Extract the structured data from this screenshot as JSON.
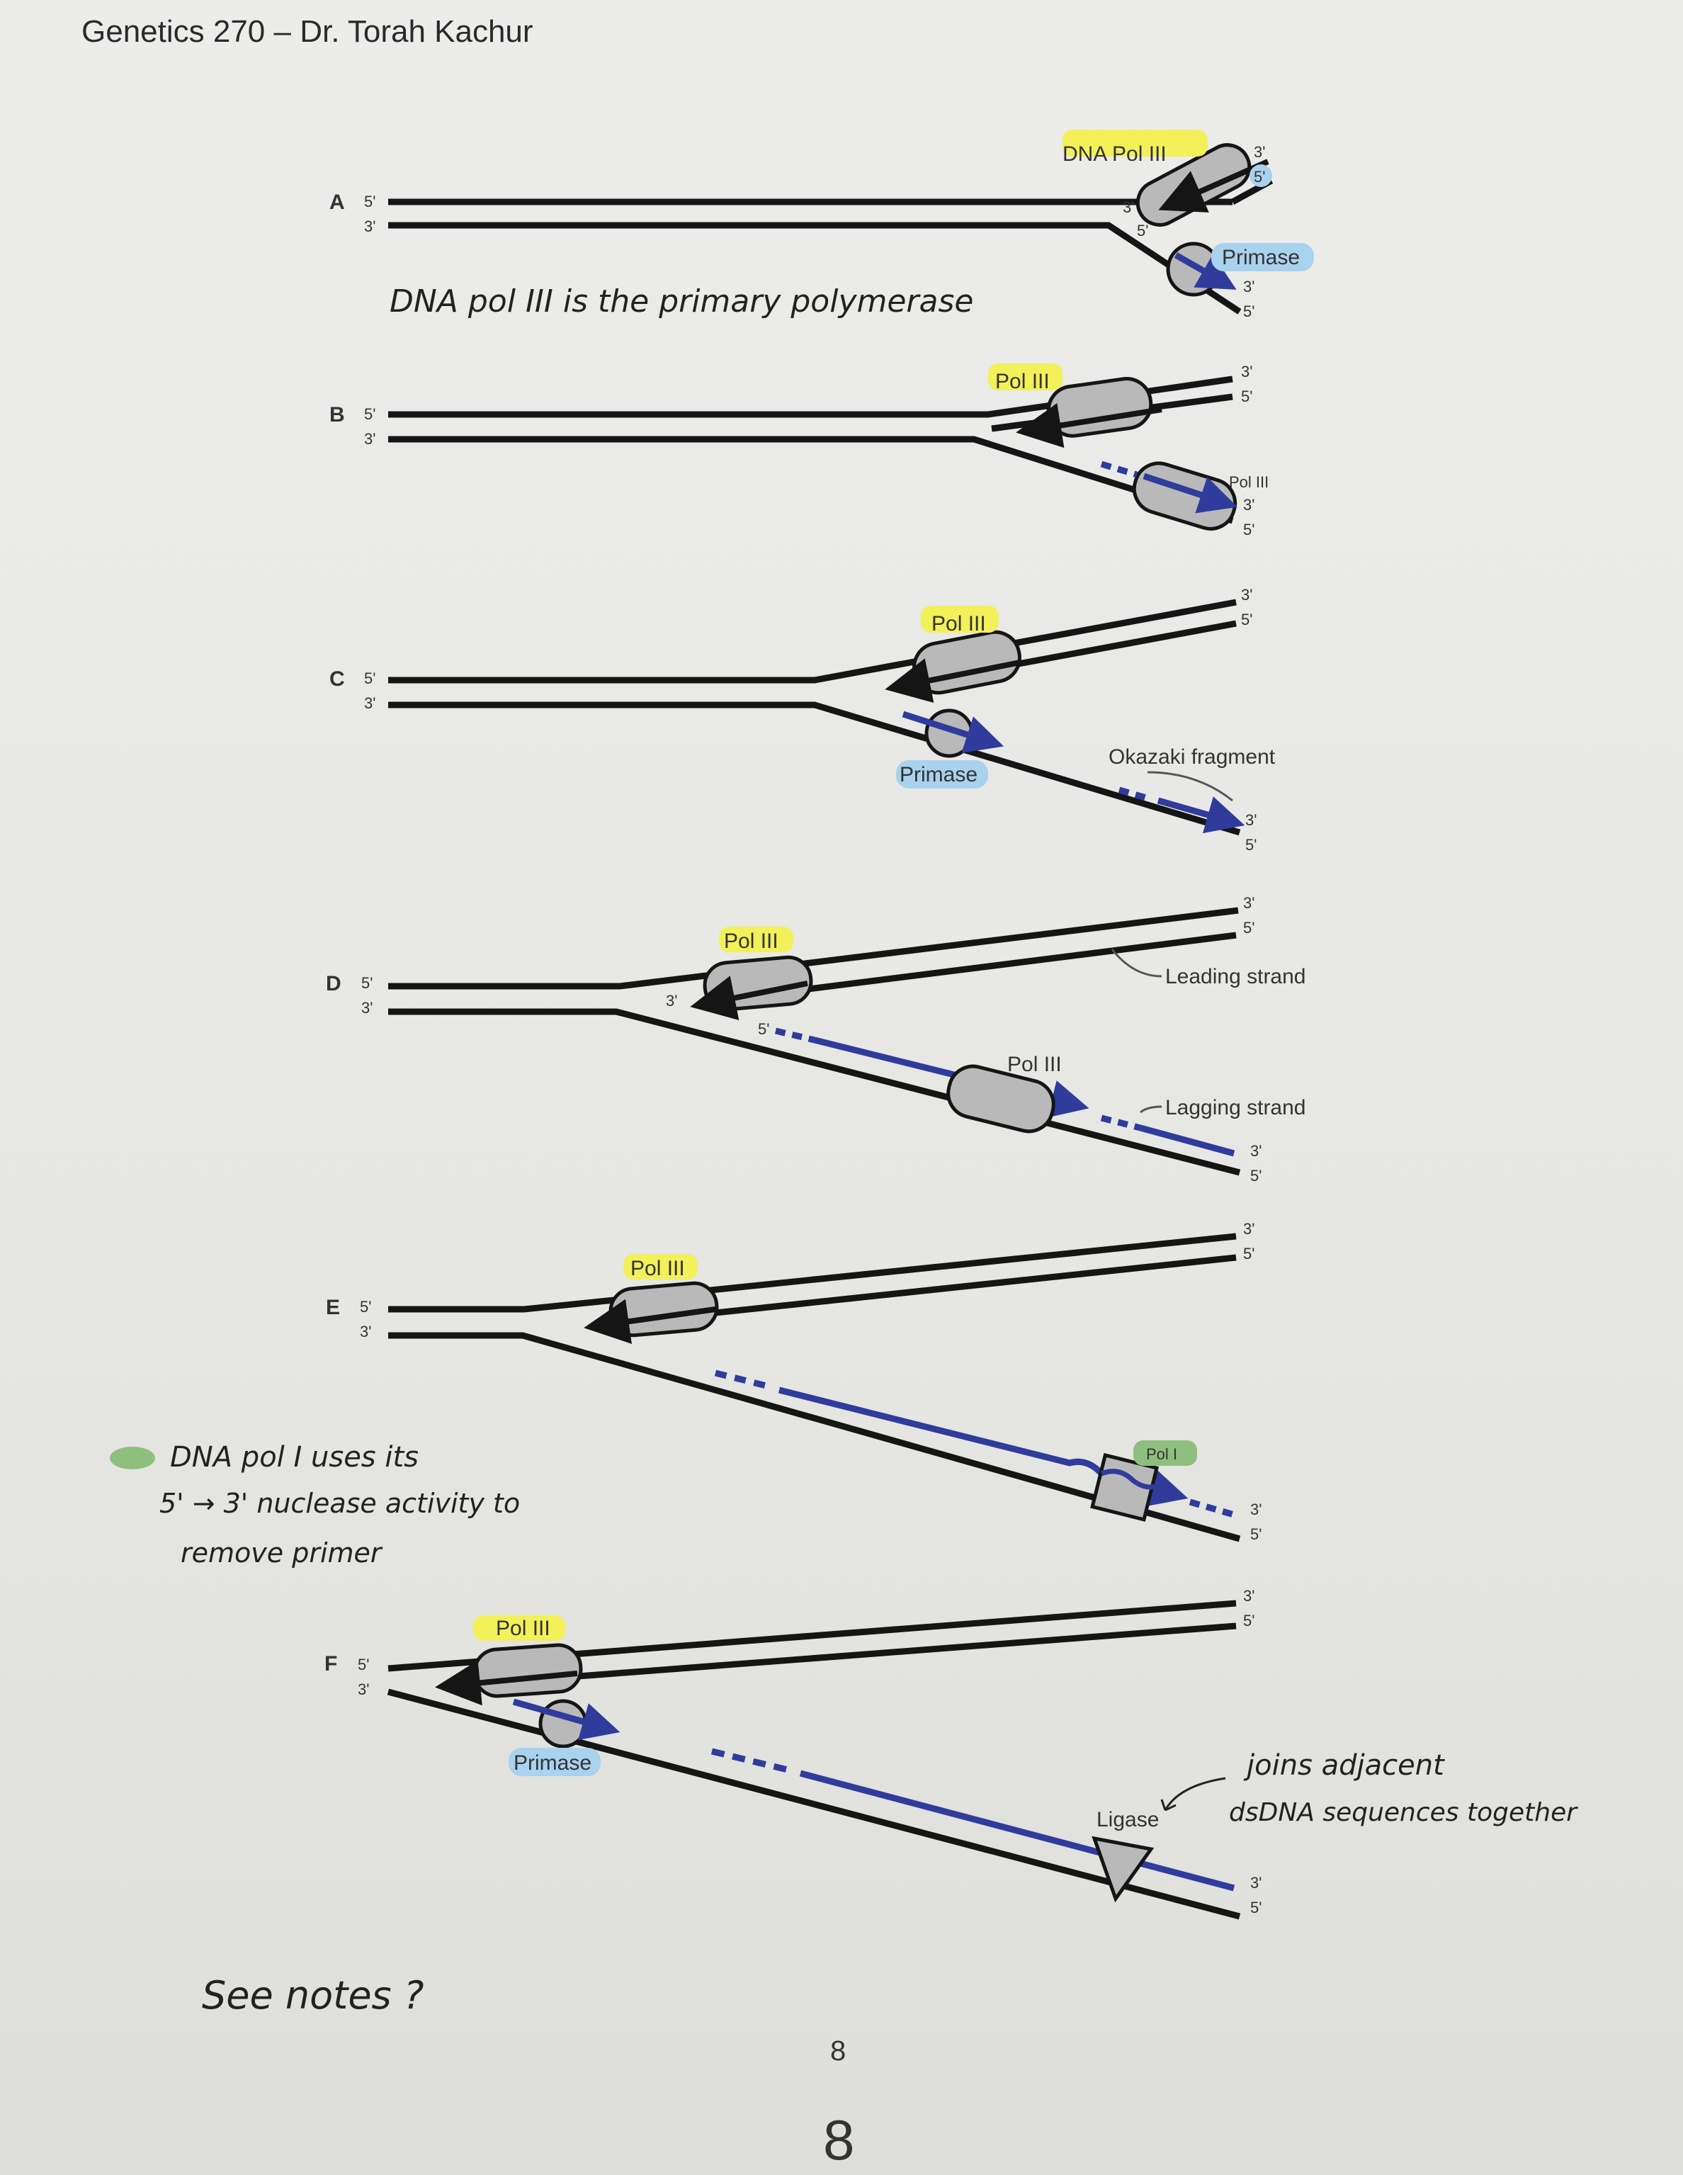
{
  "header": {
    "title": "Genetics 270 – Dr. Torah Kachur"
  },
  "ends": {
    "five": "5'",
    "three": "3'"
  },
  "panels": {
    "A": {
      "letter": "A",
      "enzyme_top": "DNA Pol III",
      "enzyme_bottom": "Primase",
      "note": "DNA pol III is the primary polymerase"
    },
    "B": {
      "letter": "B",
      "enzyme_top": "Pol III",
      "enzyme_bottom": "Pol III"
    },
    "C": {
      "letter": "C",
      "enzyme_top": "Pol III",
      "enzyme_bottom": "Primase",
      "callout": "Okazaki fragment"
    },
    "D": {
      "letter": "D",
      "enzyme_top": "Pol III",
      "enzyme_bottom": "Pol III",
      "leading": "Leading strand",
      "lagging": "Lagging strand"
    },
    "E": {
      "letter": "E",
      "enzyme_top": "Pol III",
      "enzyme_bottom": "Pol I",
      "note_lines": [
        "DNA pol I uses its",
        "5' → 3' nuclease activity to",
        "remove primer"
      ]
    },
    "F": {
      "letter": "F",
      "enzyme_top": "Pol III",
      "enzyme_bottom": "Primase",
      "ligase": "Ligase",
      "note_lines": [
        "joins adjacent",
        "dsDNA sequences together"
      ]
    }
  },
  "footer": {
    "note": "See notes ?",
    "page_printed": "8",
    "page_large": "8"
  },
  "colors": {
    "strand": "#151515",
    "new_strand": "#2f3c9c",
    "enzyme_fill": "#b9b9b9",
    "yellow_highlight": "#f3f05a",
    "blue_highlight": "#a9d2ee",
    "green_mark": "#8fbf7e"
  }
}
